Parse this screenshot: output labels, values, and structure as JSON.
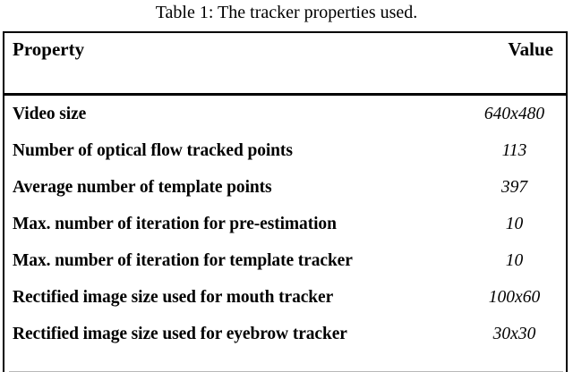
{
  "caption": {
    "text": "Table 1: The tracker properties used."
  },
  "table": {
    "columns": [
      {
        "key": "property",
        "label": "Property",
        "align": "left"
      },
      {
        "key": "value",
        "label": "Value",
        "align": "right"
      }
    ],
    "header": {
      "property": "Property",
      "value": "Value"
    },
    "rows": [
      {
        "property": "Video size",
        "value": "640x480"
      },
      {
        "property": "Number of optical flow tracked points",
        "value": "113"
      },
      {
        "property": "Average number of template points",
        "value": "397"
      },
      {
        "property": "Max. number of iteration for pre-estimation",
        "value": "10"
      },
      {
        "property": "Max. number of iteration for template tracker",
        "value": "10"
      },
      {
        "property": "Rectified image size used for mouth tracker",
        "value": "100x60"
      },
      {
        "property": "Rectified image size used for eyebrow tracker",
        "value": "30x30"
      }
    ]
  },
  "style": {
    "rule_color": "#000000",
    "text_color": "#000000",
    "background": "#ffffff"
  }
}
